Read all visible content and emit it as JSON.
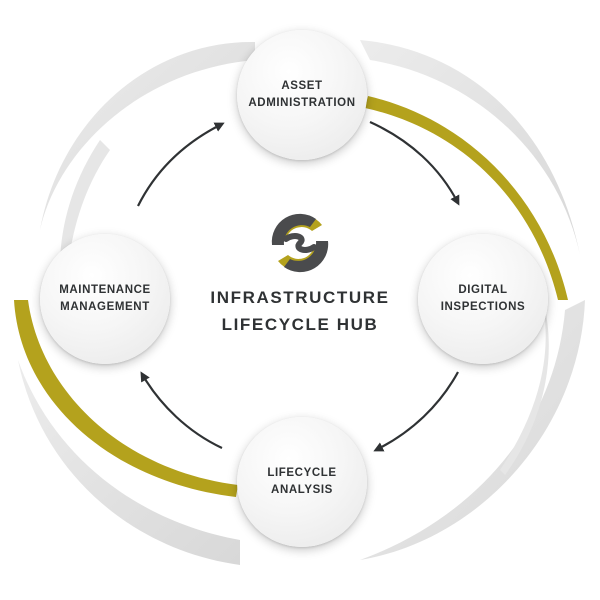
{
  "hub": {
    "title_line1": "INFRASTRUCTURE",
    "title_line2": "LIFECYCLE HUB"
  },
  "stages": [
    {
      "line1": "ASSET",
      "line2": "ADMINISTRATION"
    },
    {
      "line1": "DIGITAL",
      "line2": "INSPECTIONS"
    },
    {
      "line1": "LIFECYCLE",
      "line2": "ANALYSIS"
    },
    {
      "line1": "MAINTENANCE",
      "line2": "MANAGEMENT"
    }
  ],
  "colors": {
    "accent_gold": "#b4a21d",
    "ring_grey": "#e2e2e2",
    "arrow": "#2f3234",
    "logo_dark": "#4a4b4d",
    "text": "#2f3234"
  }
}
